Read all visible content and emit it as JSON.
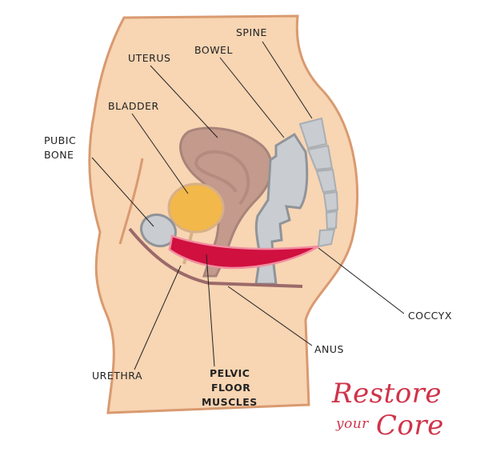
{
  "labels": {
    "spine": "SPINE",
    "uterus": "UTERUS",
    "bowel": "BOWEL",
    "bladder": "BLADDER",
    "pubic_bone": [
      "PUBIC",
      "BONE"
    ],
    "coccyx": "COCCYX",
    "anus": "ANUS",
    "urethra": "URETHRA",
    "pelvic_floor_muscles": [
      "PELVIC",
      "FLOOR",
      "MUSCLES"
    ]
  },
  "logo": {
    "line1": "Restore",
    "line2a": "your",
    "line2b": "Core"
  },
  "colors": {
    "skin": "#f8d5b3",
    "skin_outline": "#d99a70",
    "uterus": "#c49a8c",
    "bladder": "#f2b84a",
    "bone": "#c9ccd0",
    "bone_outline": "#8f9499",
    "muscle": "#d0103f",
    "logo": "#d0334a"
  }
}
